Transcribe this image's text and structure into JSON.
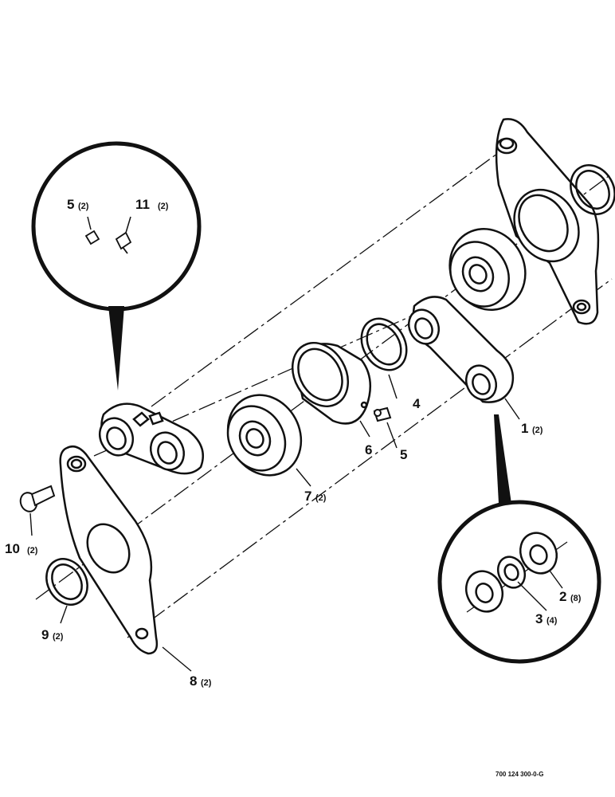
{
  "callouts": {
    "c1": {
      "num": "1",
      "qty": "(2)"
    },
    "c2": {
      "num": "2",
      "qty": "(8)"
    },
    "c3": {
      "num": "3",
      "qty": "(4)"
    },
    "c4": {
      "num": "4",
      "qty": ""
    },
    "c5a": {
      "num": "5",
      "qty": "(2)"
    },
    "c5b": {
      "num": "5",
      "qty": ""
    },
    "c6": {
      "num": "6",
      "qty": ""
    },
    "c7": {
      "num": "7",
      "qty": "(2)"
    },
    "c8": {
      "num": "8",
      "qty": "(2)"
    },
    "c9": {
      "num": "9",
      "qty": "(2)"
    },
    "c10": {
      "num": "10",
      "qty": "(2)"
    },
    "c11": {
      "num": "11",
      "qty": "(2)"
    }
  },
  "drawing_number": "700 124 300-0-G"
}
